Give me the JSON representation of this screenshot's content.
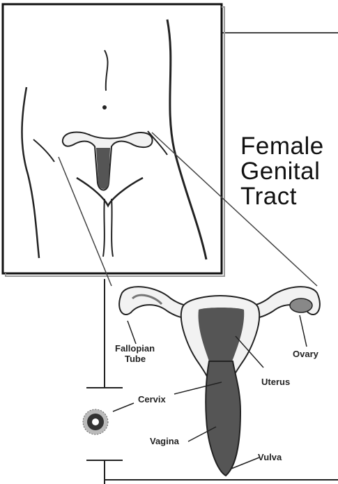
{
  "title": {
    "line1": "Female",
    "line2": "Genital",
    "line3": "Tract"
  },
  "labels": {
    "fallopian_tube_line1": "Fallopian",
    "fallopian_tube_line2": "Tube",
    "ovary": "Ovary",
    "uterus": "Uterus",
    "cervix": "Cervix",
    "vagina": "Vagina",
    "vulva": "Vulva"
  },
  "colors": {
    "ink": "#111111",
    "organ_fill": "#555555",
    "organ_light": "#f2f2f2",
    "background": "#ffffff"
  }
}
